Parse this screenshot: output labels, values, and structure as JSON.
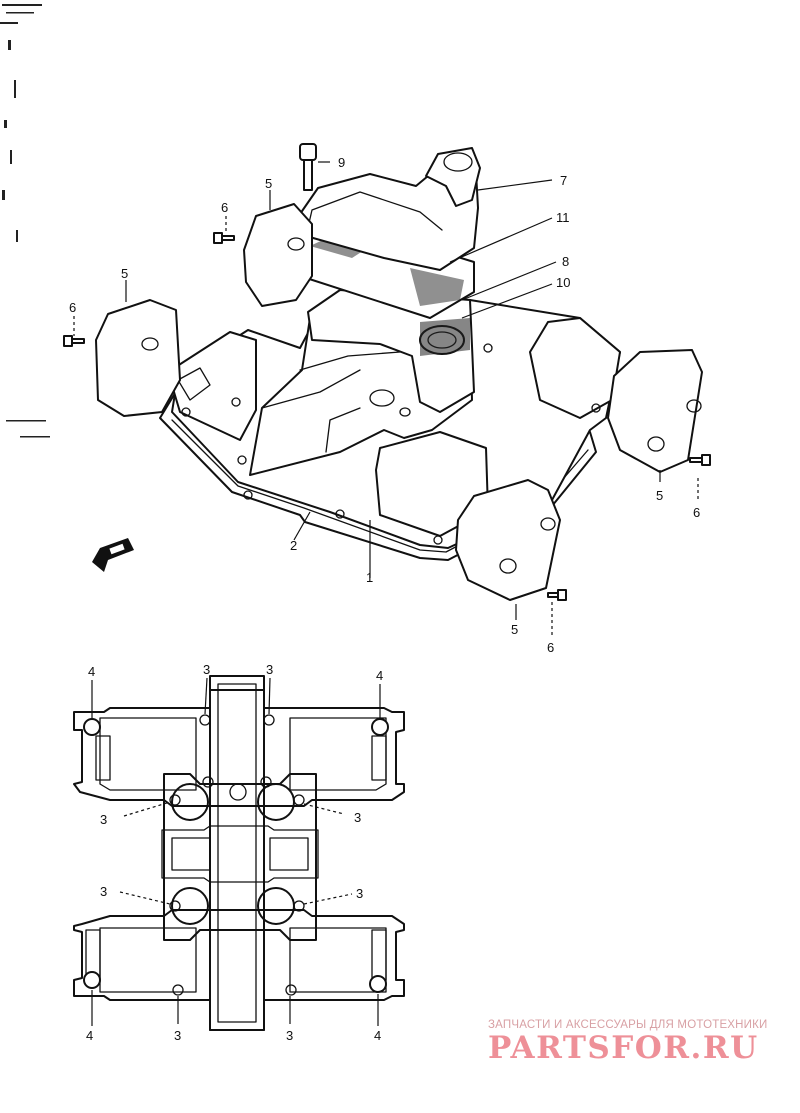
{
  "callouts_upper": {
    "c1": "1",
    "c2": "2",
    "c5a": "5",
    "c5b": "5",
    "c5c": "5",
    "c5d": "5",
    "c6a": "6",
    "c6b": "6",
    "c6c": "6",
    "c6d": "6",
    "c7": "7",
    "c8": "8",
    "c9": "9",
    "c10": "10",
    "c11": "11"
  },
  "callouts_lower": {
    "c4tl": "4",
    "c4tr": "4",
    "c4bl": "4",
    "c4br": "4",
    "c3a": "3",
    "c3b": "3",
    "c3c": "3",
    "c3d": "3",
    "c3e": "3",
    "c3f": "3",
    "c3g": "3",
    "c3h": "3"
  },
  "watermark": {
    "tagline": "ЗАПЧАСТИ И АКСЕССУАРЫ ДЛЯ МОТОТЕХНИКИ",
    "logo": "PARTSFOR.RU"
  }
}
